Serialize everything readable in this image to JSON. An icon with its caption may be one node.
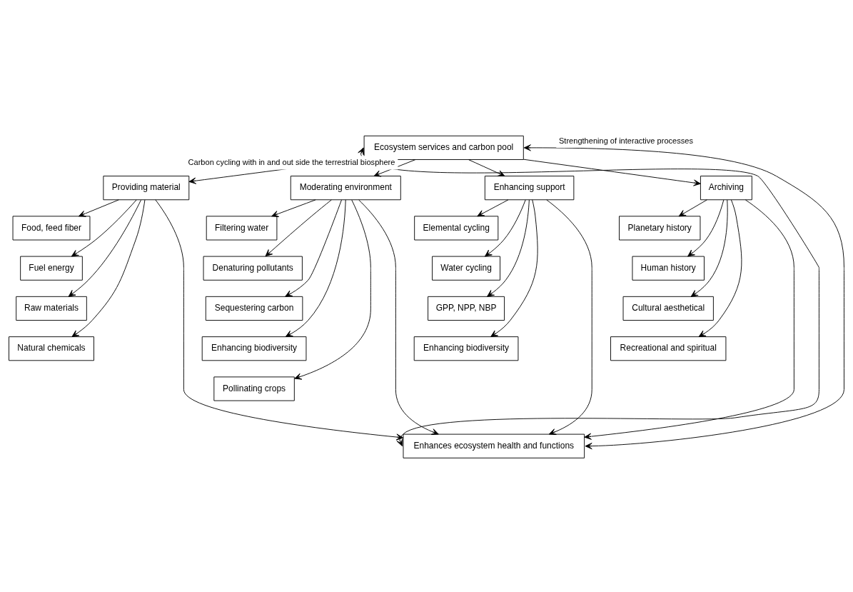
{
  "diagram": {
    "nodes": [
      {
        "text": [
          "Ecosystem services and carbon pool"
        ]
      },
      {
        "text": [
          "Providing material"
        ]
      },
      {
        "text": [
          "Moderating environment"
        ]
      },
      {
        "text": [
          "Enhancing support"
        ]
      },
      {
        "text": [
          "Archiving"
        ]
      },
      {
        "text": [
          "Food, feed fiber"
        ]
      },
      {
        "text": [
          "Fuel energy"
        ]
      },
      {
        "text": [
          "Raw materials"
        ]
      },
      {
        "text": [
          "Natural chemicals"
        ]
      },
      {
        "text": [
          "Filtering water"
        ]
      },
      {
        "text": [
          "Denaturing pollutants"
        ]
      },
      {
        "text": [
          "Sequestering carbon"
        ]
      },
      {
        "text": [
          "Enhancing biodiversity"
        ]
      },
      {
        "text": [
          "Pollinating crops"
        ]
      },
      {
        "text": [
          "Elemental cycling"
        ]
      },
      {
        "text": [
          "Water cycling"
        ]
      },
      {
        "text": [
          "GPP, NPP, NBP"
        ]
      },
      {
        "text": [
          "Enhancing biodiversity"
        ]
      },
      {
        "text": [
          "Planetary history"
        ]
      },
      {
        "text": [
          "Human history"
        ]
      },
      {
        "text": [
          "Cultural aesthetical"
        ]
      },
      {
        "text": [
          "Recreational and spiritual"
        ]
      },
      {
        "text": [
          "Enhances ecosystem health and functions"
        ]
      }
    ],
    "edges": [
      {
        "from": 0,
        "to": 1,
        "arrow": "to"
      },
      {
        "from": 0,
        "to": 2,
        "arrow": "to"
      },
      {
        "from": 0,
        "to": 3,
        "arrow": "to"
      },
      {
        "from": 0,
        "to": 4,
        "arrow": "to"
      },
      {
        "from": 1,
        "to": 5,
        "arrow": "to"
      },
      {
        "from": 1,
        "to": 6,
        "arrow": "to"
      },
      {
        "from": 1,
        "to": 7,
        "arrow": "to"
      },
      {
        "from": 1,
        "to": 8,
        "arrow": "to"
      },
      {
        "from": 2,
        "to": 9,
        "arrow": "to"
      },
      {
        "from": 2,
        "to": 10,
        "arrow": "to"
      },
      {
        "from": 2,
        "to": 11,
        "arrow": "to"
      },
      {
        "from": 2,
        "to": 12,
        "arrow": "to"
      },
      {
        "from": 2,
        "to": 13,
        "arrow": "to"
      },
      {
        "from": 3,
        "to": 14,
        "arrow": "to"
      },
      {
        "from": 3,
        "to": 15,
        "arrow": "to"
      },
      {
        "from": 3,
        "to": 16,
        "arrow": "to"
      },
      {
        "from": 3,
        "to": 17,
        "arrow": "to"
      },
      {
        "from": 4,
        "to": 18,
        "arrow": "to"
      },
      {
        "from": 4,
        "to": 19,
        "arrow": "to"
      },
      {
        "from": 4,
        "to": 20,
        "arrow": "to"
      },
      {
        "from": 4,
        "to": 21,
        "arrow": "to"
      },
      {
        "from": 1,
        "to": 22,
        "arrow": "to"
      },
      {
        "from": 2,
        "to": 22,
        "arrow": "to"
      },
      {
        "from": 3,
        "to": 22,
        "arrow": "to"
      },
      {
        "from": 4,
        "to": 22,
        "arrow": "to"
      },
      {
        "from": 22,
        "to": 0,
        "arrow": "both",
        "label": "Carbon cycling with in and out side the terrestrial biosphere"
      },
      {
        "from": 22,
        "to": 0,
        "arrow": "both",
        "label": "Strengthening of interactive processes"
      }
    ]
  }
}
